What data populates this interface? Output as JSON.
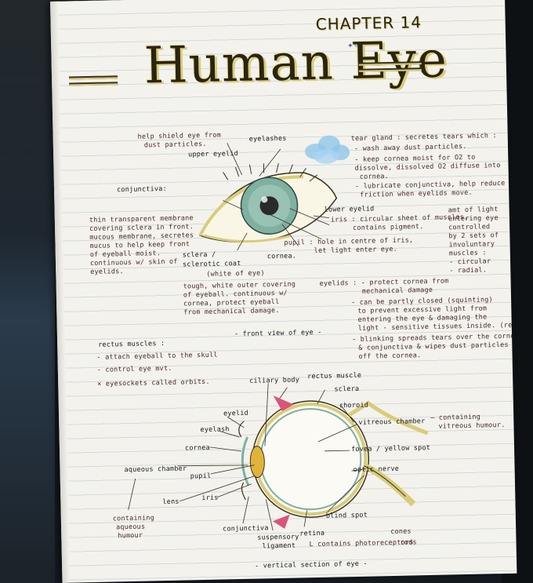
{
  "notes": {
    "chapter": "CHAPTER 14",
    "title": "Human Eye",
    "front": {
      "eyelashes_desc": "help shield eye from",
      "eyelashes_desc2": "dust particles.",
      "eyelashes": "eyelashes",
      "upper_eyelid": "upper eyelid",
      "conjunctiva": "conjunctiva:",
      "conj_1": "thin transparent membrane",
      "conj_2": "covering sclera in front.",
      "conj_3": "mucous membrane, secretes",
      "conj_4": "mucus to help keep front",
      "conj_5": "of eyeball moist.",
      "conj_6": "continuous w/ skin of",
      "conj_7": "eyelids.",
      "tear_1": "tear gland : secretes tears which :",
      "tear_2": "- wash away dust particles.",
      "tear_3": "- keep cornea moist for O2 to",
      "tear_4": "dissolve, dissolved O2 diffuse into",
      "tear_5": "cornea.",
      "tear_6": "- lubricate conjunctiva, help reduce",
      "tear_7": "friction when eyelids move.",
      "lower_eyelid": "lower eyelid",
      "iris_1": "iris : circular sheet of muscles,",
      "iris_2": "contains pigment.",
      "iris_r1": "amt of light",
      "iris_r2": "entering eye",
      "iris_r3": "controlled",
      "iris_r4": "by 2 sets of",
      "iris_r5": "involuntary",
      "iris_r6": "muscles :",
      "iris_r7": "- circular",
      "iris_r8": "- radial.",
      "pupil_1": "pupil : hole in centre of iris,",
      "pupil_2": "let light enter eye.",
      "sclera_1": "sclera /",
      "sclera_2": "sclerotic coat",
      "sclera_3": "(white of eye)",
      "cornea": "cornea.",
      "tough_1": "tough, white outer covering",
      "tough_2": "of eyeball. continuous w/",
      "tough_3": "cornea, protect eyeball",
      "tough_4": "from mechanical damage.",
      "eyelids_1": "eyelids : - protect cornea from",
      "eyelids_2": "mechanical damage",
      "eyelids_3": "- can be partly closed (squinting)",
      "eyelids_4": "to prevent excessive light from",
      "eyelids_5": "entering the eye & damaging the",
      "eyelids_6": "light - sensitive tissues inside. (retina)",
      "eyelids_7": "- blinking spreads tears over the cornea",
      "eyelids_8": "& conjunctiva & wipes dust particles",
      "eyelids_9": "off the cornea.",
      "caption": "- front view of eye -"
    },
    "rectus": {
      "title": "rectus muscles :",
      "r1": "- attach eyeball to the skull",
      "r2": "- control eye mvt.",
      "r3": "× eyesockets called orbits."
    },
    "section": {
      "ciliary_body": "ciliary body",
      "rectus_muscle": "rectus muscle",
      "sclera": "sclera",
      "choroid": "choroid",
      "eyelid": "eyelid",
      "eyelash": "eyelash",
      "vitreous": "vitreous chamber",
      "vitreous_r": "— containing",
      "vitreous_r2": "vitreous humour.",
      "cornea": "cornea",
      "fovea": "fovea / yellow spot",
      "aqueous": "aqueous chamber",
      "pupil": "pupil",
      "optic": "optic nerve",
      "lens": "lens",
      "iris": "iris",
      "containing_1": "containing",
      "containing_2": "aqueous",
      "containing_3": "humour",
      "conjunctiva": "conjunctiva",
      "blind": "blind spot",
      "suspensory_1": "suspensory",
      "suspensory_2": "ligament",
      "retina": "retina",
      "cones": "cones",
      "photo": "L contains photoreceptors",
      "rods": "rods",
      "caption": "- vertical section of eye -"
    }
  },
  "colors": {
    "ink": "#4a2b2b",
    "gold": "#d9cc7a",
    "iris": "#7fb0a0",
    "cloud": "#8ec5ea",
    "muscle": "#d9557a",
    "lens": "#e0b43a"
  }
}
